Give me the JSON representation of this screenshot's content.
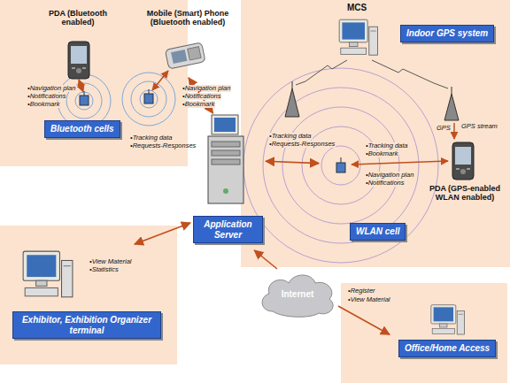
{
  "diagram": {
    "nodes": [
      {
        "text": [
          "PDA (Bluetooth enabled)"
        ]
      },
      {
        "text": [
          "Mobile (Smart) Phone (Bluetooth enabled)"
        ]
      },
      {
        "text": [
          "Bluetooth cells"
        ]
      },
      {
        "text": [
          "MCS"
        ]
      },
      {
        "text": [
          "Indoor GPS system"
        ]
      },
      {
        "text": [
          "PDA (GPS-enabled WLAN enabled)"
        ]
      },
      {
        "text": [
          "WLAN cell"
        ]
      },
      {
        "text": [
          "Application Server"
        ]
      },
      {
        "text": [
          "Exhibitor, Exhibition Organizer terminal"
        ]
      },
      {
        "text": [
          "Internet"
        ]
      },
      {
        "text": [
          "Office/Home Access"
        ]
      }
    ],
    "edges": [
      {
        "from": 7,
        "to": 1,
        "arrow": "both"
      },
      {
        "from": 7,
        "to": 6,
        "arrow": "both"
      },
      {
        "from": 7,
        "to": 8,
        "arrow": "both"
      },
      {
        "from": 9,
        "to": 7,
        "arrow": "to"
      },
      {
        "from": 9,
        "to": 10,
        "arrow": "to"
      }
    ],
    "labels": [
      "•Navigation plan",
      "•Notifications",
      "•Bookmark",
      "•Navigation plan",
      "•Notifications",
      "•Bookmark",
      "•Tracking data",
      "•Requests-Responses",
      "•Tracking data",
      "•Requests-Responses",
      "•Tracking data",
      "•Bookmark",
      "•Navigation plan",
      "•Notifications",
      "GPS stream",
      "GPS",
      "•View Material",
      "•Statistics",
      "•Register",
      "•View Material"
    ]
  }
}
